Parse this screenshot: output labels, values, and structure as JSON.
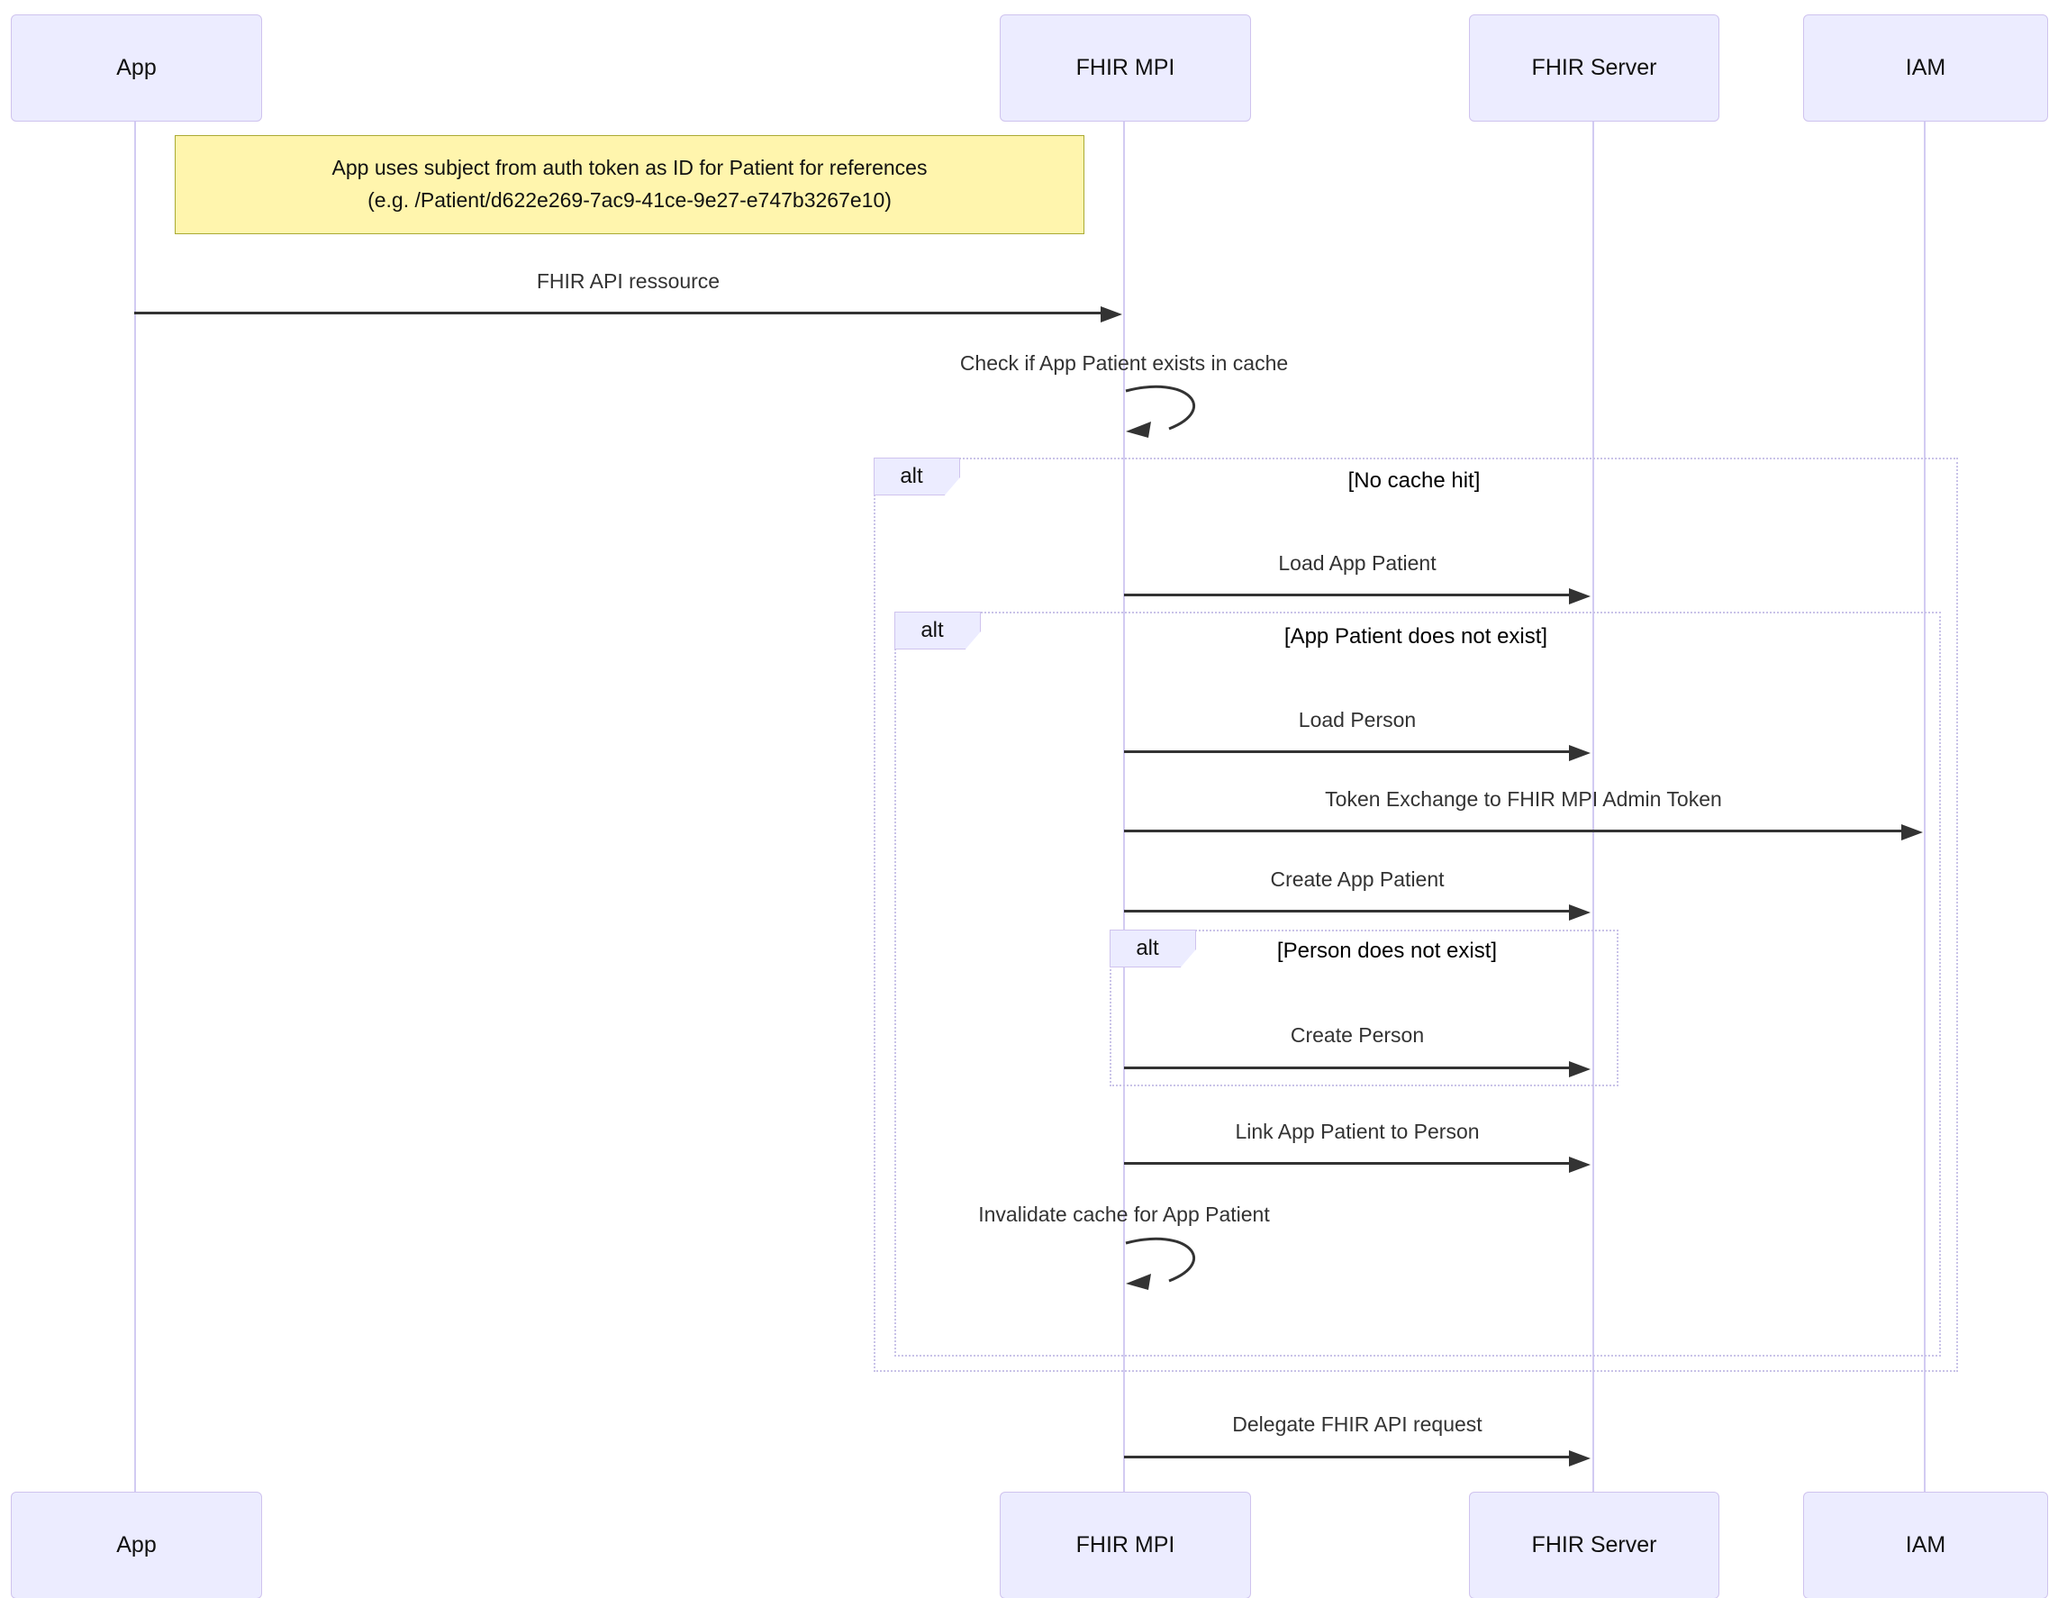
{
  "diagram": {
    "type": "sequence",
    "participants": [
      {
        "id": "app",
        "label": "App"
      },
      {
        "id": "fhir-mpi",
        "label": "FHIR MPI"
      },
      {
        "id": "fhir-server",
        "label": "FHIR Server"
      },
      {
        "id": "iam",
        "label": "IAM"
      }
    ],
    "note": {
      "over": "App",
      "line1": "App uses subject from auth token as ID for Patient for references",
      "line2": "(e.g. /Patient/d622e269-7ac9-41ce-9e27-e747b3267e10)"
    },
    "messages": [
      {
        "label": "FHIR API ressource",
        "from": "App",
        "to": "FHIR MPI",
        "type": "solid-arrow"
      },
      {
        "label": "Check if App Patient exists in cache",
        "from": "FHIR MPI",
        "to": "FHIR MPI",
        "type": "self"
      },
      {
        "label": "Load App Patient",
        "from": "FHIR MPI",
        "to": "FHIR Server",
        "type": "solid-arrow"
      },
      {
        "label": "Load Person",
        "from": "FHIR MPI",
        "to": "FHIR Server",
        "type": "solid-arrow"
      },
      {
        "label": "Token Exchange to FHIR MPI Admin Token",
        "from": "FHIR MPI",
        "to": "IAM",
        "type": "solid-arrow"
      },
      {
        "label": "Create App Patient",
        "from": "FHIR MPI",
        "to": "FHIR Server",
        "type": "solid-arrow"
      },
      {
        "label": "Create Person",
        "from": "FHIR MPI",
        "to": "FHIR Server",
        "type": "solid-arrow"
      },
      {
        "label": "Link App Patient to Person",
        "from": "FHIR MPI",
        "to": "FHIR Server",
        "type": "solid-arrow"
      },
      {
        "label": "Invalidate cache for App Patient",
        "from": "FHIR MPI",
        "to": "FHIR MPI",
        "type": "self"
      },
      {
        "label": "Delegate FHIR API request",
        "from": "FHIR MPI",
        "to": "FHIR Server",
        "type": "solid-arrow"
      }
    ],
    "frames": [
      {
        "operator": "alt",
        "guard": "[No cache hit]"
      },
      {
        "operator": "alt",
        "guard": "[App Patient does not exist]"
      },
      {
        "operator": "alt",
        "guard": "[Person does not exist]"
      }
    ],
    "colors": {
      "actor_fill": "#ECECFF",
      "actor_border": "#CFC3EE",
      "lifeline": "#D2CBF2",
      "arrow_and_text": "#333333",
      "note_fill": "#FFF5AD",
      "note_border": "#AAAA33",
      "frame_border": "#C9C3E8"
    }
  }
}
